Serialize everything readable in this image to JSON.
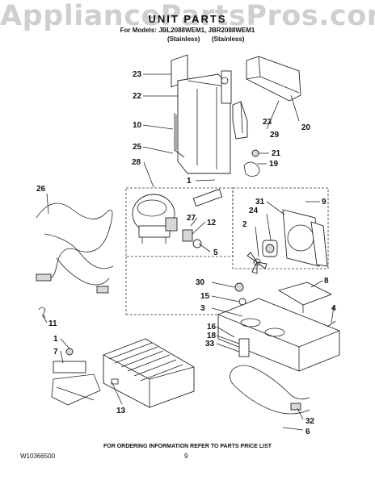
{
  "watermark": "AppliancePartsPros.com",
  "header": {
    "title": "UNIT PARTS",
    "subtitle": "For Models: JBL2088WEM1, JBR2088WEM1",
    "stainless_left": "(Stainless)",
    "stainless_right": "(Stainless)"
  },
  "callouts": [
    "23",
    "22",
    "10",
    "25",
    "28",
    "1",
    "26",
    "27",
    "12",
    "5",
    "20",
    "29",
    "23",
    "21",
    "19",
    "9",
    "31",
    "2",
    "24",
    "30",
    "15",
    "3",
    "8",
    "4",
    "11",
    "1",
    "7",
    "16",
    "18",
    "33",
    "13",
    "32",
    "6"
  ],
  "footer": {
    "notice": "FOR ORDERING INFORMATION REFER TO PARTS PRICE LIST",
    "doc_number": "W10366500",
    "page_number": "9"
  }
}
